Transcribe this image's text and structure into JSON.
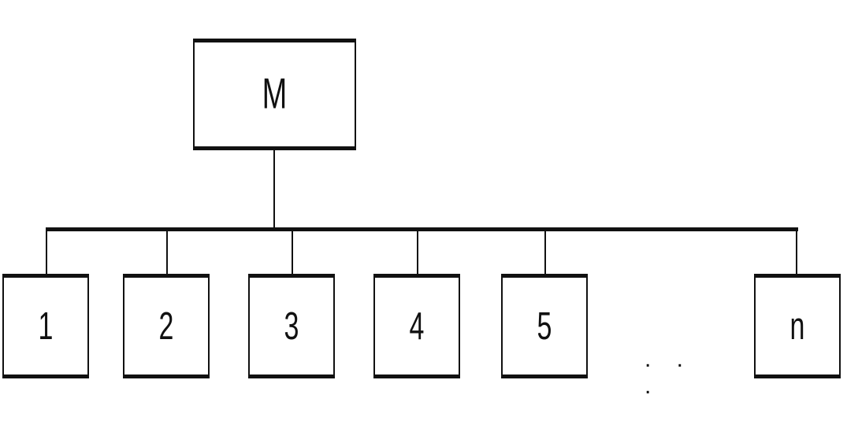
{
  "diagram": {
    "root": {
      "label": "M"
    },
    "children": [
      {
        "label": "1"
      },
      {
        "label": "2"
      },
      {
        "label": "3"
      },
      {
        "label": "4"
      },
      {
        "label": "5"
      },
      {
        "label": "n"
      }
    ],
    "ellipsis": ". . ."
  }
}
